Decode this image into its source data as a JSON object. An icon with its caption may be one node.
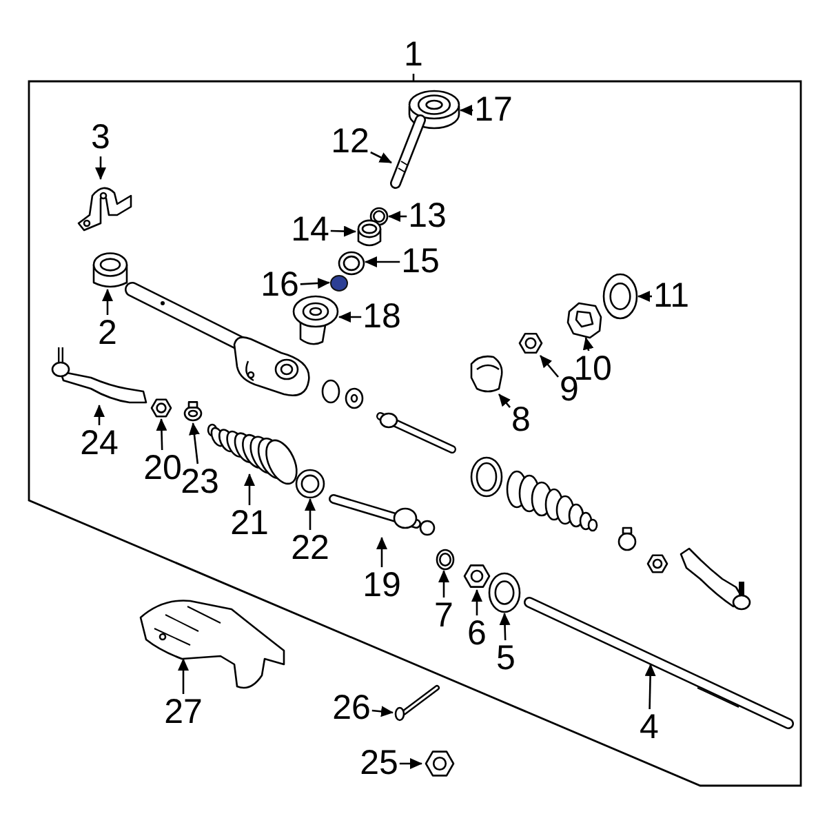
{
  "diagram": {
    "nodes": [
      {
        "text": [],
        "shape": "box"
      },
      {
        "text": [
          "1"
        ]
      },
      {
        "text": [
          "17"
        ],
        "in": 0
      },
      {
        "text": [],
        "shape": "picture",
        "in": 0
      },
      {
        "text": [
          "12"
        ],
        "in": 0
      },
      {
        "text": [],
        "shape": "picture",
        "in": 0
      },
      {
        "text": [
          "3"
        ],
        "in": 0
      },
      {
        "text": [],
        "shape": "picture",
        "in": 0
      },
      {
        "text": [
          "13"
        ],
        "in": 0
      },
      {
        "text": [],
        "shape": "picture",
        "in": 0
      },
      {
        "text": [
          "14"
        ],
        "in": 0
      },
      {
        "text": [],
        "shape": "picture",
        "in": 0
      },
      {
        "text": [
          "15"
        ],
        "in": 0
      },
      {
        "text": [],
        "shape": "picture",
        "in": 0
      },
      {
        "text": [
          "16"
        ],
        "in": 0
      },
      {
        "text": [],
        "shape": "circle",
        "in": 0
      },
      {
        "text": [
          "18"
        ],
        "in": 0
      },
      {
        "text": [],
        "shape": "picture",
        "in": 0
      },
      {
        "text": [
          "2"
        ],
        "in": 0
      },
      {
        "text": [],
        "shape": "picture",
        "in": 0
      },
      {
        "text": [
          "11"
        ],
        "in": 0
      },
      {
        "text": [],
        "shape": "picture",
        "in": 0
      },
      {
        "text": [
          "10"
        ],
        "in": 0
      },
      {
        "text": [],
        "shape": "picture",
        "in": 0
      },
      {
        "text": [
          "9"
        ],
        "in": 0
      },
      {
        "text": [],
        "shape": "picture",
        "in": 0
      },
      {
        "text": [
          "8"
        ],
        "in": 0
      },
      {
        "text": [],
        "shape": "picture",
        "in": 0
      },
      {
        "text": [
          "24"
        ],
        "in": 0
      },
      {
        "text": [],
        "shape": "picture",
        "in": 0
      },
      {
        "text": [
          "20"
        ],
        "in": 0
      },
      {
        "text": [],
        "shape": "picture",
        "in": 0
      },
      {
        "text": [
          "23"
        ],
        "in": 0
      },
      {
        "text": [],
        "shape": "picture",
        "in": 0
      },
      {
        "text": [
          "21"
        ],
        "in": 0
      },
      {
        "text": [],
        "shape": "picture",
        "in": 0
      },
      {
        "text": [
          "22"
        ],
        "in": 0
      },
      {
        "text": [],
        "shape": "picture",
        "in": 0
      },
      {
        "text": [
          "19"
        ],
        "in": 0
      },
      {
        "text": [],
        "shape": "picture",
        "in": 0
      },
      {
        "text": [
          "7"
        ],
        "in": 0
      },
      {
        "text": [],
        "shape": "picture",
        "in": 0
      },
      {
        "text": [
          "6"
        ],
        "in": 0
      },
      {
        "text": [],
        "shape": "picture",
        "in": 0
      },
      {
        "text": [
          "5"
        ],
        "in": 0
      },
      {
        "text": [],
        "shape": "picture",
        "in": 0
      },
      {
        "text": [
          "4"
        ],
        "in": 0
      },
      {
        "text": [],
        "shape": "picture",
        "in": 0
      },
      {
        "text": [
          "27"
        ]
      },
      {
        "text": [],
        "shape": "picture"
      },
      {
        "text": [
          "26"
        ]
      },
      {
        "text": [],
        "shape": "picture"
      },
      {
        "text": [
          "25"
        ]
      },
      {
        "text": [],
        "shape": "picture"
      }
    ],
    "edges": [
      {
        "from": 1,
        "to": 0,
        "arrow": "none"
      },
      {
        "from": 2,
        "to": 3,
        "arrow": "to"
      },
      {
        "from": 4,
        "to": 5,
        "arrow": "to"
      },
      {
        "from": 6,
        "to": 7,
        "arrow": "to"
      },
      {
        "from": 8,
        "to": 9,
        "arrow": "to"
      },
      {
        "from": 10,
        "to": 11,
        "arrow": "to"
      },
      {
        "from": 12,
        "to": 13,
        "arrow": "to"
      },
      {
        "from": 14,
        "to": 15,
        "arrow": "to"
      },
      {
        "from": 16,
        "to": 17,
        "arrow": "to"
      },
      {
        "from": 18,
        "to": 19,
        "arrow": "to"
      },
      {
        "from": 20,
        "to": 21,
        "arrow": "to"
      },
      {
        "from": 22,
        "to": 23,
        "arrow": "to"
      },
      {
        "from": 24,
        "to": 25,
        "arrow": "to"
      },
      {
        "from": 26,
        "to": 27,
        "arrow": "to"
      },
      {
        "from": 28,
        "to": 29,
        "arrow": "to"
      },
      {
        "from": 30,
        "to": 31,
        "arrow": "to"
      },
      {
        "from": 32,
        "to": 33,
        "arrow": "to"
      },
      {
        "from": 34,
        "to": 35,
        "arrow": "to"
      },
      {
        "from": 36,
        "to": 37,
        "arrow": "to"
      },
      {
        "from": 38,
        "to": 39,
        "arrow": "to"
      },
      {
        "from": 40,
        "to": 41,
        "arrow": "to"
      },
      {
        "from": 42,
        "to": 43,
        "arrow": "to"
      },
      {
        "from": 44,
        "to": 45,
        "arrow": "to"
      },
      {
        "from": 46,
        "to": 47,
        "arrow": "to"
      },
      {
        "from": 48,
        "to": 49,
        "arrow": "to"
      },
      {
        "from": 50,
        "to": 51,
        "arrow": "to"
      },
      {
        "from": 52,
        "to": 53,
        "arrow": "to"
      }
    ]
  }
}
